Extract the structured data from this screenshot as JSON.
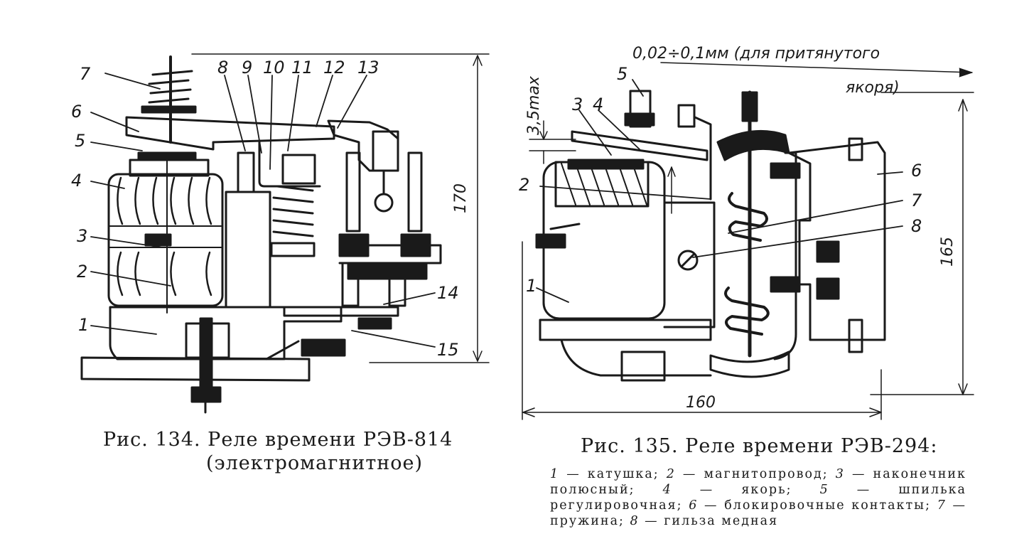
{
  "figure1": {
    "caption_line1": "Рис. 134. Реле времени РЭВ-814",
    "caption_line2": "(электромагнитное)",
    "labels": [
      "1",
      "2",
      "3",
      "4",
      "5",
      "6",
      "7",
      "8",
      "9",
      "10",
      "11",
      "12",
      "13",
      "14",
      "15"
    ],
    "dimension_height": "170"
  },
  "figure2": {
    "caption": "Рис. 135. Реле времени РЭВ-294:",
    "labels": [
      "1",
      "2",
      "3",
      "4",
      "5",
      "6",
      "7",
      "8"
    ],
    "dimension_height": "165",
    "dimension_width": "160",
    "gap_note": "0,02÷0,1мм (для притянутого",
    "gap_note_line2": "якоря)",
    "stroke_note": "3,5max",
    "legend": [
      {
        "num": "1",
        "text": "катушка;"
      },
      {
        "num": "2",
        "text": "магнитопровод;"
      },
      {
        "num": "3",
        "text": "наконечник полюсный;"
      },
      {
        "num": "4",
        "text": "якорь;"
      },
      {
        "num": "5",
        "text": "шпилька регулировочная;"
      },
      {
        "num": "6",
        "text": "блокировочные контакты;"
      },
      {
        "num": "7",
        "text": "пружина;"
      },
      {
        "num": "8",
        "text": "гильза медная"
      }
    ]
  }
}
